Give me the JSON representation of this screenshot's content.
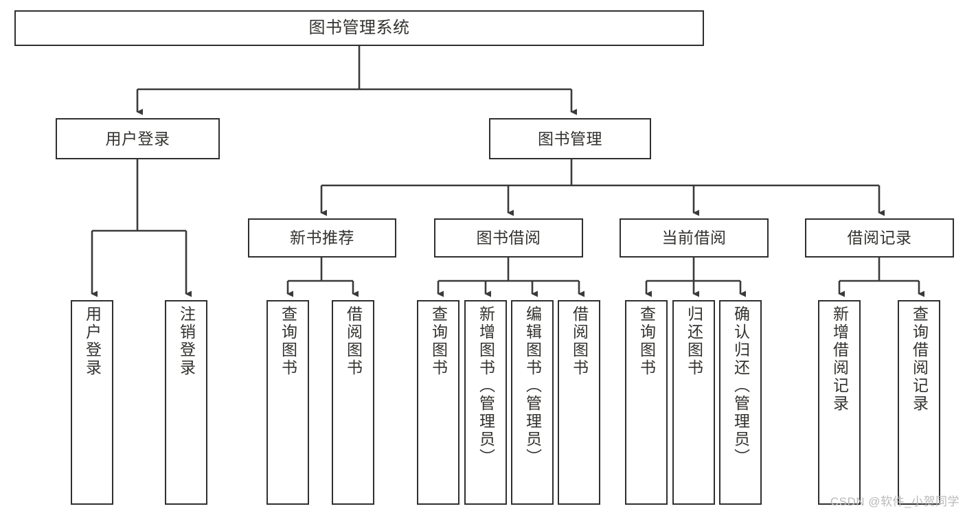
{
  "diagram": {
    "title": "图书管理系统",
    "type": "tree-hierarchy-chart",
    "watermark": "CSDN @软件_小贺同学",
    "colors": {
      "node_border": "#2f2f2f",
      "node_fill": "#ffffff",
      "text": "#33322f",
      "edge": "#3a3a3a",
      "watermark": "#b9b9b9",
      "background": "#ffffff"
    },
    "root": {
      "label": "图书管理系统"
    },
    "level2": [
      {
        "label": "用户登录"
      },
      {
        "label": "图书管理"
      }
    ],
    "level3": [
      {
        "label": "新书推荐"
      },
      {
        "label": "图书借阅"
      },
      {
        "label": "当前借阅"
      },
      {
        "label": "借阅记录"
      }
    ],
    "leaves": {
      "user_login": [
        {
          "label": "用户登录"
        },
        {
          "label": "注销登录"
        }
      ],
      "new_book_recommend": [
        {
          "label": "查询图书"
        },
        {
          "label": "借阅图书"
        }
      ],
      "book_borrow": [
        {
          "label": "查询图书"
        },
        {
          "label": "新增图书（管理员）"
        },
        {
          "label": "编辑图书（管理员）"
        },
        {
          "label": "借阅图书"
        }
      ],
      "current_borrow": [
        {
          "label": "查询图书"
        },
        {
          "label": "归还图书"
        },
        {
          "label": "确认归还（管理员）"
        }
      ],
      "borrow_record": [
        {
          "label": "新增借阅记录"
        },
        {
          "label": "查询借阅记录"
        }
      ]
    }
  }
}
